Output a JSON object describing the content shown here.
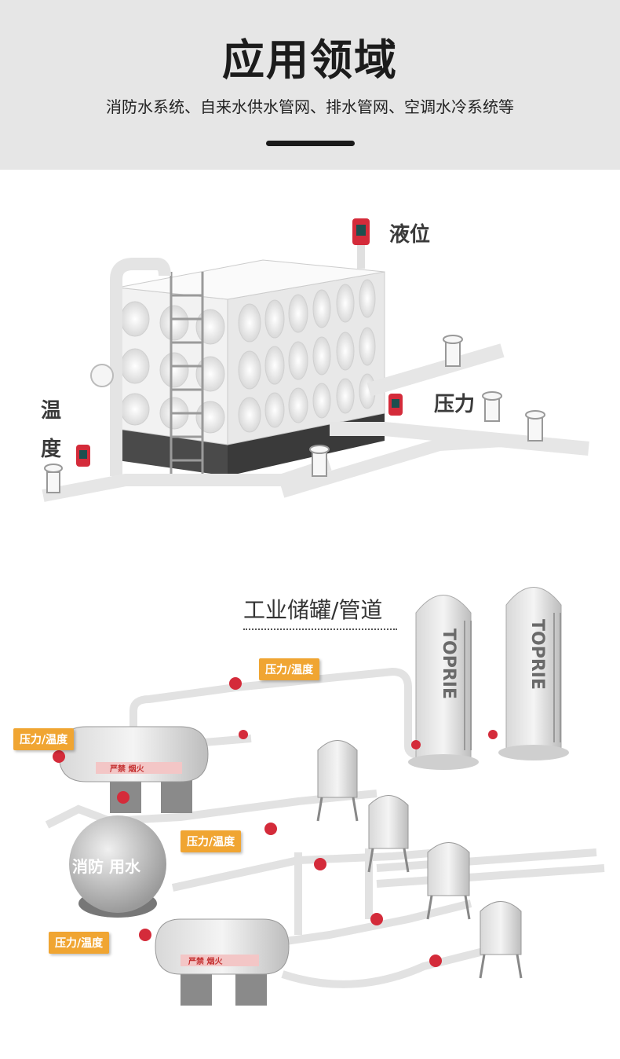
{
  "header": {
    "title": "应用领域",
    "subtitle": "消防水系统、自来水供水管网、排水管网、空调水冷系统等"
  },
  "section1": {
    "label_level": "液位",
    "label_pressure": "压力",
    "label_temp_1": "温",
    "label_temp_2": "度"
  },
  "section2": {
    "title": "工业储罐/管道",
    "tag_1": "压力/温度",
    "tag_2": "压力/温度",
    "tag_3": "压力/温度",
    "tag_4": "压力/温度",
    "brand_1": "TOPRIE",
    "brand_2": "TOPRIE",
    "sphere_text": "消防  用水",
    "tank_text": "严禁   烟火"
  },
  "colors": {
    "header_bg": "#e6e6e6",
    "tag_orange": "#f0a532",
    "gauge_red": "#d42b3a",
    "concrete": "#4a4a4a"
  }
}
